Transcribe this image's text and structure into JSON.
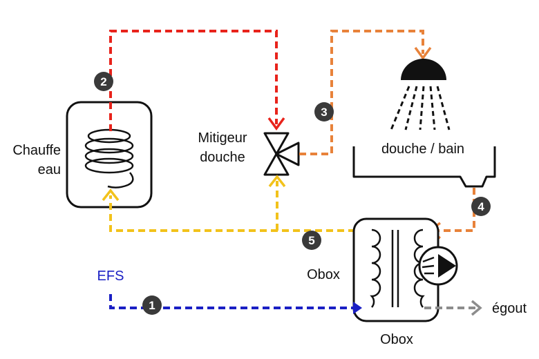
{
  "labels": {
    "chauffe_line1": "Chauffe",
    "chauffe_line2": "eau",
    "mitigeur_line1": "Mitigeur",
    "mitigeur_line2": "douche",
    "douche_bain": "douche / bain",
    "efs": "EFS",
    "obox_left": "Obox",
    "obox_bottom": "Obox",
    "egout": "égout"
  },
  "markers": [
    "1",
    "2",
    "3",
    "4",
    "5"
  ],
  "colors": {
    "hot": "#e8231b",
    "mixed": "#e8823a",
    "preheated": "#f2c21b",
    "cold": "#1a1fc4",
    "drain": "#8c8c8c",
    "outline": "#111111",
    "marker": "#3a3a3a"
  }
}
